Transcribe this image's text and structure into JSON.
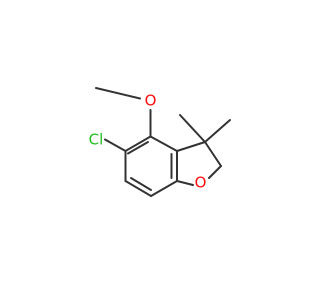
{
  "atoms": {
    "oxygen_methoxy": {
      "label": "O",
      "color": "#ff0d0d"
    },
    "chlorine": {
      "label": "Cl",
      "color": "#1fbf1f"
    },
    "oxygen_ring": {
      "label": "O",
      "color": "#ff0d0d"
    }
  }
}
